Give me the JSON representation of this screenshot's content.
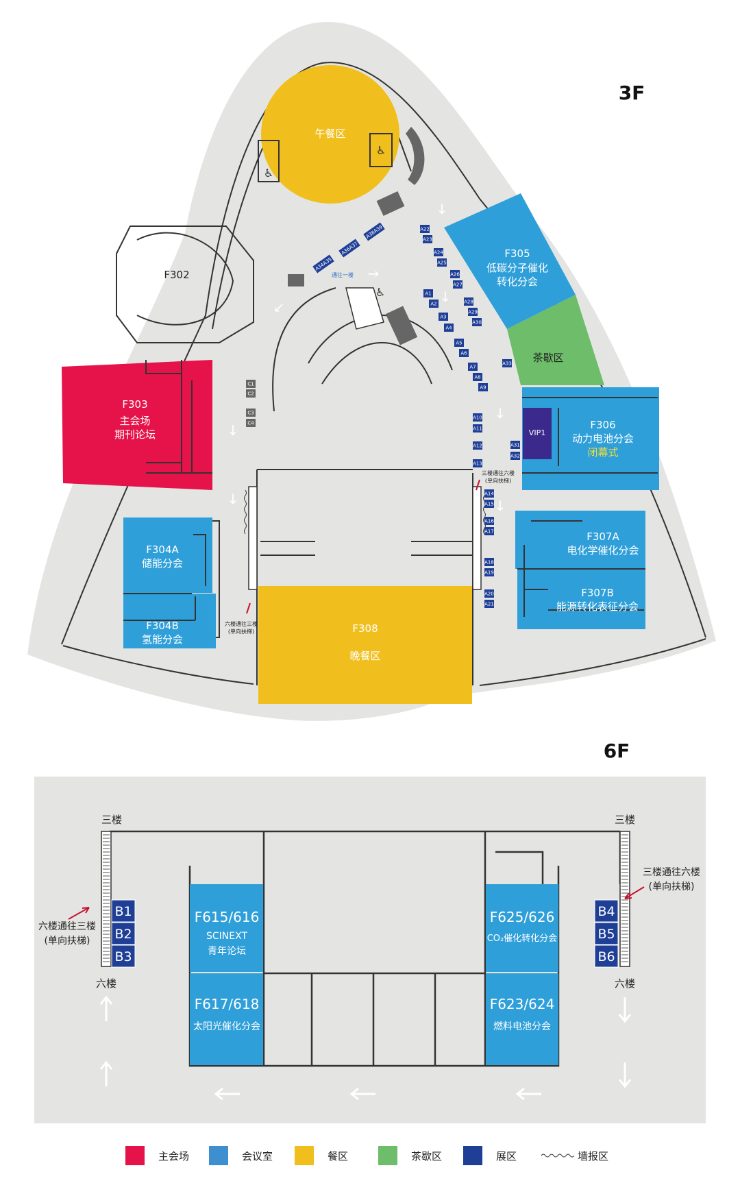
{
  "colors": {
    "main_venue": "#e5134a",
    "meeting_room": "#2f9fd9",
    "dining": "#f0bf1d",
    "tea": "#6dbd6a",
    "exhibit": "#1f3f97",
    "floor": "#e4e5e2",
    "wall": "#333333"
  },
  "floor3": {
    "label": "3F",
    "lunch": "午餐区",
    "f302": "F302",
    "f303": {
      "code": "F303",
      "line1": "主会场",
      "line2": "期刊论坛"
    },
    "f304a": {
      "code": "F304A",
      "name": "储能分会"
    },
    "f304b": {
      "code": "F304B",
      "name": "氢能分会"
    },
    "f305": {
      "code": "F305",
      "line1": "低碳分子催化",
      "line2": "转化分会"
    },
    "tea": "茶歇区",
    "vip": "VIP1",
    "f306": {
      "code": "F306",
      "line1": "动力电池分会",
      "line2": "闭幕式"
    },
    "f307a": {
      "code": "F307A",
      "name": "电化学催化分会"
    },
    "f307b": {
      "code": "F307B",
      "name": "能源转化表征分会"
    },
    "f308": {
      "code": "F308",
      "name": "晚餐区"
    },
    "to_floor1": "通往一楼",
    "esc_up": {
      "line1": "三楼通往六楼",
      "line2": "(单向扶梯)"
    },
    "esc_down": {
      "line1": "六楼通往三楼",
      "line2": "(单向扶梯)"
    },
    "booths": [
      "A1",
      "A2",
      "A3",
      "A4",
      "A5",
      "A6",
      "A7",
      "A8",
      "A9",
      "A10",
      "A11",
      "A12",
      "A13",
      "A14",
      "A15",
      "A16",
      "A17",
      "A18",
      "A19",
      "A20",
      "A21",
      "A22",
      "A23",
      "A24",
      "A25",
      "A26",
      "A27",
      "A28",
      "A29",
      "A30",
      "A31",
      "A32",
      "A33",
      "A34A35",
      "A36A37",
      "A38A39",
      "C1",
      "C2",
      "C3",
      "C4"
    ]
  },
  "floor6": {
    "label": "6F",
    "third_left": "三楼",
    "third_right": "三楼",
    "sixth_left": "六楼",
    "sixth_right": "六楼",
    "esc_down": {
      "line1": "六楼通往三楼",
      "line2": "(单向扶梯)"
    },
    "esc_up": {
      "line1": "三楼通往六楼",
      "line2": "(单向扶梯)"
    },
    "f615": {
      "code": "F615/616",
      "line1": "SCINEXT",
      "line2": "青年论坛"
    },
    "f617": {
      "code": "F617/618",
      "name": "太阳光催化分会"
    },
    "f625": {
      "code": "F625/626",
      "name": "CO₂催化转化分会"
    },
    "f623": {
      "code": "F623/624",
      "name": "燃料电池分会"
    },
    "booths_left": [
      "B1",
      "B2",
      "B3"
    ],
    "booths_right": [
      "B4",
      "B5",
      "B6"
    ]
  },
  "legend": [
    {
      "label": "主会场",
      "color": "#e5134a"
    },
    {
      "label": "会议室",
      "color": "#3d8fcf"
    },
    {
      "label": "餐区",
      "color": "#f0bf1d"
    },
    {
      "label": "茶歇区",
      "color": "#6dbd6a"
    },
    {
      "label": "展区",
      "color": "#1f3f97"
    },
    {
      "label": "墙报区",
      "color": ""
    }
  ]
}
